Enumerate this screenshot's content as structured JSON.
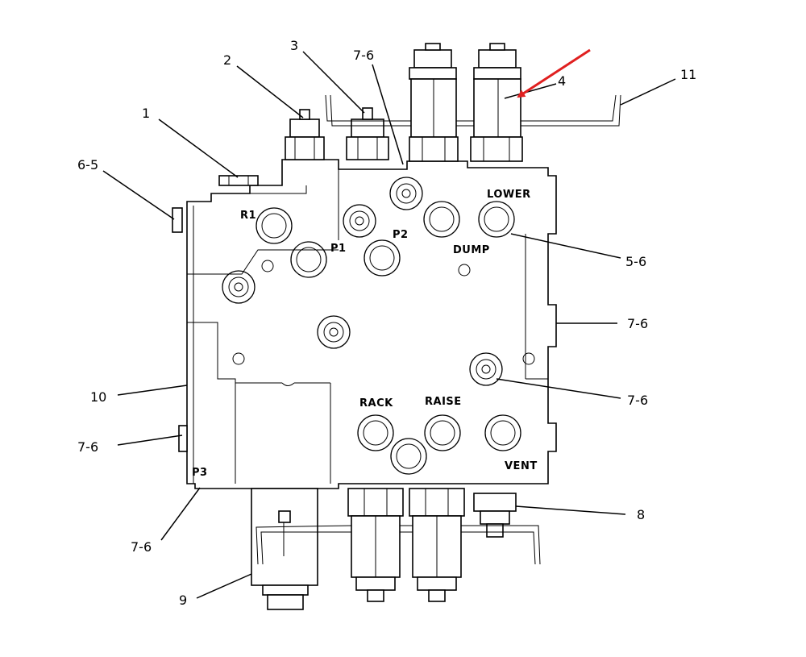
{
  "diagram": {
    "callouts": {
      "c1": "1",
      "c2": "2",
      "c3": "3",
      "c4": "4",
      "c5_6": "5-6",
      "c6_5": "6-5",
      "c7_6_top": "7-6",
      "c7_6_right_upper": "7-6",
      "c7_6_right_lower": "7-6",
      "c7_6_left": "7-6",
      "c7_6_bottom": "7-6",
      "c8": "8",
      "c9": "9",
      "c10": "10",
      "c11": "11"
    },
    "ports": {
      "r1": "R1",
      "p1": "P1",
      "p2": "P2",
      "p3": "P3",
      "lower": "LOWER",
      "dump": "DUMP",
      "rack": "RACK",
      "raise": "RAISE",
      "vent": "VENT"
    },
    "highlight_arrow_color": "#e02020"
  }
}
